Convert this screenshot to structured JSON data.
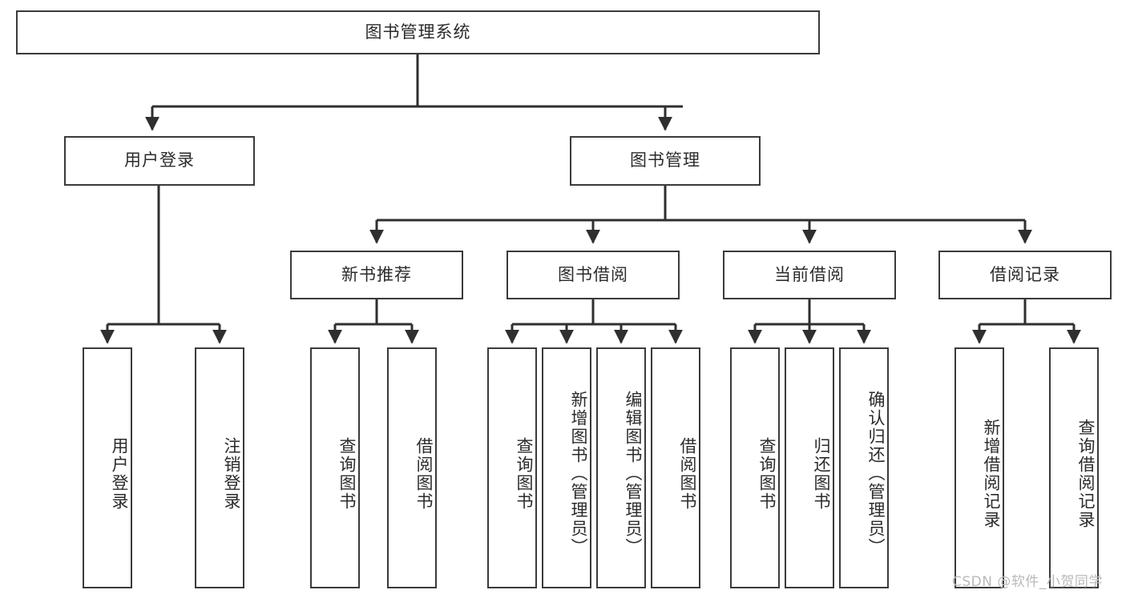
{
  "diagram": {
    "type": "tree",
    "title": "图书管理系统",
    "orientation": "top-down",
    "colors": {
      "border": "#3a3a3a",
      "background": "#ffffff",
      "text": "#2b2b2b",
      "connector": "#2f2f2f",
      "watermark": "#b9b9b9"
    }
  },
  "root": {
    "label": "图书管理系统"
  },
  "level2": [
    {
      "label": "用户登录"
    },
    {
      "label": "图书管理"
    }
  ],
  "level3": [
    {
      "label": "新书推荐"
    },
    {
      "label": "图书借阅"
    },
    {
      "label": "当前借阅"
    },
    {
      "label": "借阅记录"
    }
  ],
  "leaves": {
    "user_login": [
      {
        "label": "用户登录"
      },
      {
        "label": "注销登录"
      }
    ],
    "new_book": [
      {
        "label": "查询图书"
      },
      {
        "label": "借阅图书"
      }
    ],
    "book_borrow": [
      {
        "label": "查询图书"
      },
      {
        "label": "新增图书（管理员）"
      },
      {
        "label": "编辑图书（管理员）"
      },
      {
        "label": "借阅图书"
      }
    ],
    "current_borrow": [
      {
        "label": "查询图书"
      },
      {
        "label": "归还图书"
      },
      {
        "label": "确认归还（管理员）"
      }
    ],
    "borrow_record": [
      {
        "label": "新增借阅记录"
      },
      {
        "label": "查询借阅记录"
      }
    ]
  },
  "watermark": {
    "text": "CSDN @软件_小贺同学"
  }
}
